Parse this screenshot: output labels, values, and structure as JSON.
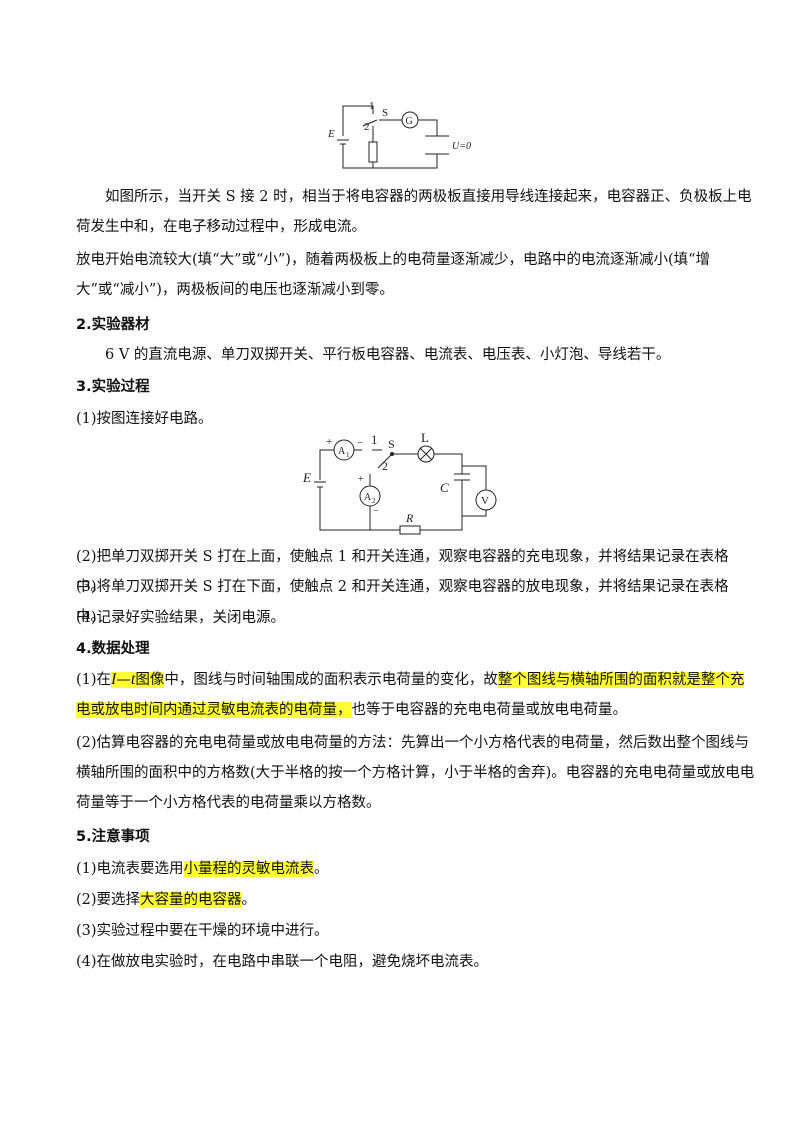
{
  "figure1": {
    "label_1": "1",
    "label_2": "2",
    "label_S": "S",
    "label_G": "G",
    "label_E": "E",
    "label_U": "U=0"
  },
  "intro": {
    "p1_line1": "如图所示，当开关 S 接 2 时，相当于将电容器的两极板直接用导线连接起来，电容器正、负极板上电",
    "p1_line2": "荷发生中和，在电子移动过程中，形成电流。",
    "p2_line1": "放电开始电流较大(填“大”或“小”)，随着两极板上的电荷量逐渐减少，电路中的电流逐渐减小(填“增",
    "p2_line2": "大”或“减小”)，两极板间的电压也逐渐减小到零。"
  },
  "section2": {
    "heading": "2.实验器材",
    "text": "6 V 的直流电源、单刀双掷开关、平行板电容器、电流表、电压表、小灯泡、导线若干。"
  },
  "section3": {
    "heading": "3.实验过程",
    "step1": "(1)按图连接好电路。",
    "step2": "(2)把单刀双掷开关 S 打在上面，使触点 1 和开关连通，观察电容器的充电现象，并将结果记录在表格中。",
    "step3": "(3)将单刀双掷开关 S 打在下面，使触点 2 和开关连通，观察电容器的放电现象，并将结果记录在表格中。",
    "step4": "(4)记录好实验结果，关闭电源。"
  },
  "figure2": {
    "label_plus1": "+",
    "label_A1": "A",
    "label_A1_sub": "1",
    "label_minus1": "−",
    "label_1": "1",
    "label_S": "S",
    "label_L": "L",
    "label_2": "2",
    "label_E": "E",
    "label_C": "C",
    "label_plus2": "+",
    "label_A2": "A",
    "label_A2_sub": "2",
    "label_minus2": "−",
    "label_V": "V",
    "label_R": "R"
  },
  "section4": {
    "heading": "4.数据处理",
    "p1_a": "(1)在",
    "p1_it": "I",
    "p1_dash": "—",
    "p1_t": "t",
    "p1_b": "图像",
    "p1_c": "中，图线与时间轴围成的面积表示电荷量的变化，故",
    "p1_hl1": "整个图线与横轴所围的面积就是整个充",
    "p1_hl2": "电或放电时间内通过灵敏电流表的电荷量，",
    "p1_d": "也等于电容器的充电电荷量或放电电荷量。",
    "p2_line1": "(2)估算电容器的充电电荷量或放电电荷量的方法：先算出一个小方格代表的电荷量，然后数出整个图线与",
    "p2_line2": "横轴所围的面积中的方格数(大于半格的按一个方格计算，小于半格的舍弃)。电容器的充电电荷量或放电电",
    "p2_line3": "荷量等于一个小方格代表的电荷量乘以方格数。"
  },
  "section5": {
    "heading": "5.注意事项",
    "n1_a": "(1)电流表要选用",
    "n1_hl": "小量程的灵敏电流表",
    "n1_b": "。",
    "n2_a": "(2)要选择",
    "n2_hl": "大容量的电容器",
    "n2_b": "。",
    "n3": "(3)实验过程中要在干燥的环境中进行。",
    "n4": "(4)在做放电实验时，在电路中串联一个电阻，避免烧坏电流表。"
  },
  "colors": {
    "highlight": "#ffff33",
    "text": "#111111"
  }
}
